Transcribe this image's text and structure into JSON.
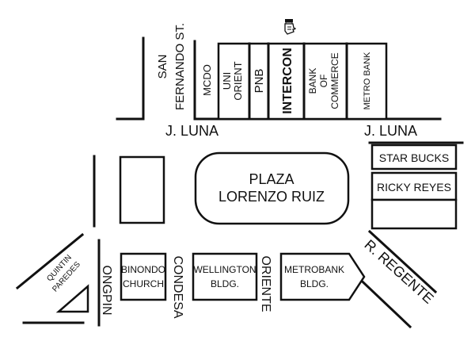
{
  "streets": {
    "san_fernando_1": "SAN",
    "san_fernando_2": "FERNANDO ST.",
    "j_luna_left": "J. LUNA",
    "j_luna_right": "J. LUNA",
    "ongpin": "ONGPIN",
    "condesa": "CONDESA",
    "oriente": "ORIENTE",
    "r_regente": "R. REGENTE",
    "quintin_1": "QUINTIN",
    "quintin_2": "PAREDES"
  },
  "north_buildings": {
    "mcdo": "MCDO",
    "uni_orient_1": "UNI",
    "uni_orient_2": "ORIENT",
    "pnb": "PNB",
    "intercon": "INTERCON",
    "bank_commerce_1": "BANK",
    "bank_commerce_2": "OF",
    "bank_commerce_3": "COMMERCE",
    "metro_bank": "METRO BANK"
  },
  "east_buildings": {
    "star_bucks": "STAR BUCKS",
    "ricky_reyes": "RICKY REYES"
  },
  "south_buildings": {
    "binondo_1": "BINONDO",
    "binondo_2": "CHURCH",
    "wellington_1": "WELLINGTON",
    "wellington_2": "BLDG.",
    "metrobank_1": "METROBANK",
    "metrobank_2": "BLDG."
  },
  "plaza": {
    "line1": "PLAZA",
    "line2": "LORENZO RUIZ"
  },
  "marker_icon": "pointing-hand-icon",
  "colors": {
    "ink": "#111111",
    "background": "#ffffff"
  }
}
